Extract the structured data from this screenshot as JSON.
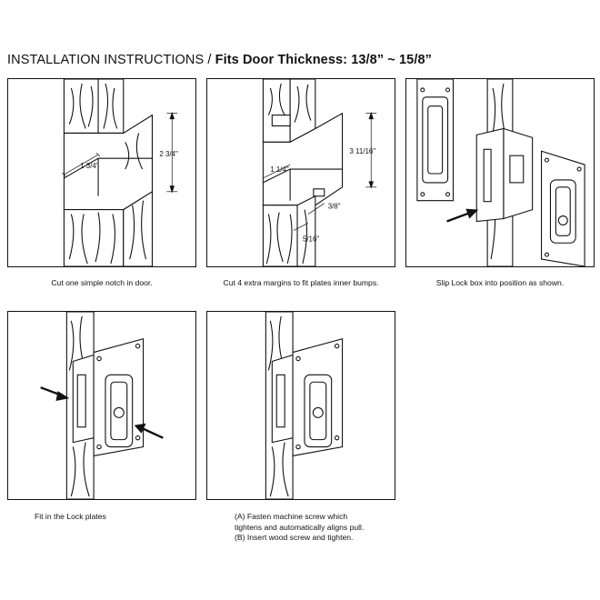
{
  "header": {
    "title_light": "INSTALLATION INSTRUCTIONS / ",
    "title_bold": "Fits Door Thickness: 13/8” ~ 15/8”"
  },
  "step1": {
    "caption": "Cut one simple notch in door.",
    "dim_width": "1 3/4\"",
    "dim_height": "2 3/4\""
  },
  "step2": {
    "caption": "Cut 4 extra margins to fit plates inner bumps.",
    "dim_width": "1 1/4\"",
    "dim_height": "3 11/16\"",
    "dim_depth": "3/8\"",
    "dim_small": "5/16\""
  },
  "step3": {
    "caption": "Slip Lock box into position as shown."
  },
  "step4": {
    "caption": "Fit in the Lock plates"
  },
  "step5": {
    "caption_a": "(A) Fasten machine screw which",
    "caption_b": "tightens and automatically aligns pull.",
    "caption_c": "(B) Insert wood screw and tighten."
  }
}
